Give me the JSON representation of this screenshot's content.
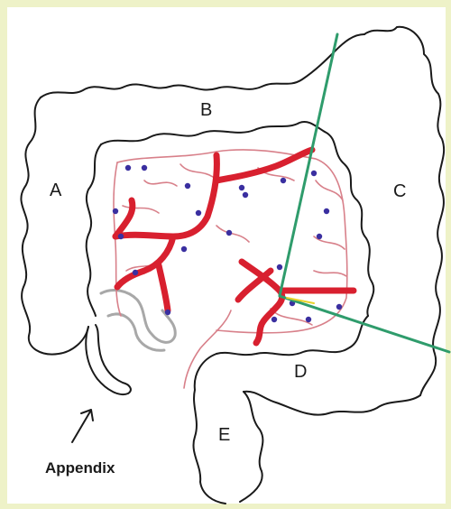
{
  "diagram": {
    "segment_labels": {
      "a": "A",
      "b": "B",
      "c": "C",
      "d": "D",
      "e": "E"
    },
    "appendix_label": "Appendix",
    "colors": {
      "frame": "#eef2c8",
      "outline": "#1a1a1a",
      "vessel": "#d8202f",
      "vessel_thin": "#d8808a",
      "node": "#3a2fa0",
      "section_line": "#2f9c6c",
      "cecum_outline": "#a8a8a8"
    }
  }
}
